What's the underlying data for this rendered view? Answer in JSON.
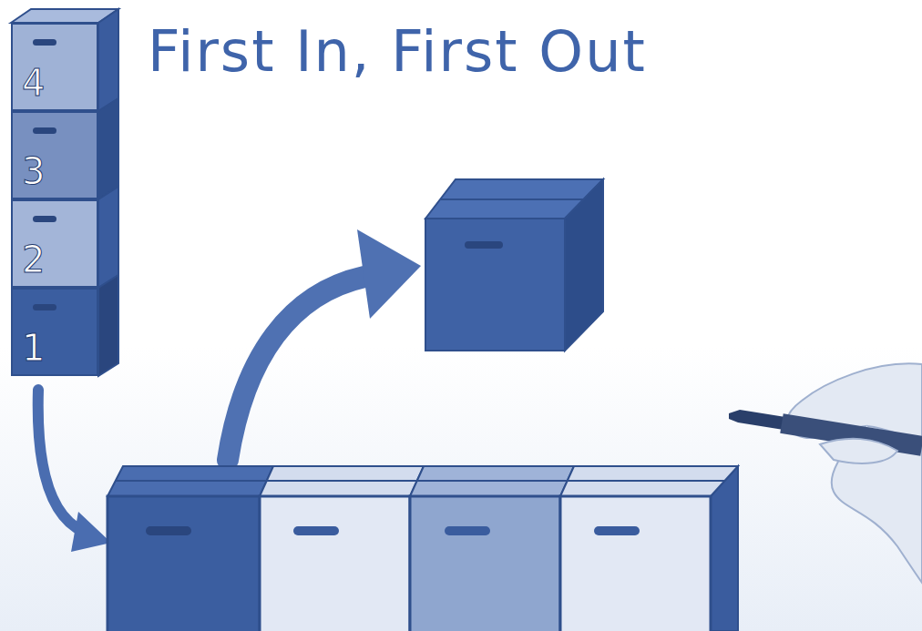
{
  "diagram": {
    "title": "First In, First Out",
    "nodes": [
      {
        "text": [
          "4"
        ]
      },
      {
        "text": [
          "3"
        ]
      },
      {
        "text": [
          "2"
        ]
      },
      {
        "text": [
          "1"
        ]
      }
    ]
  }
}
